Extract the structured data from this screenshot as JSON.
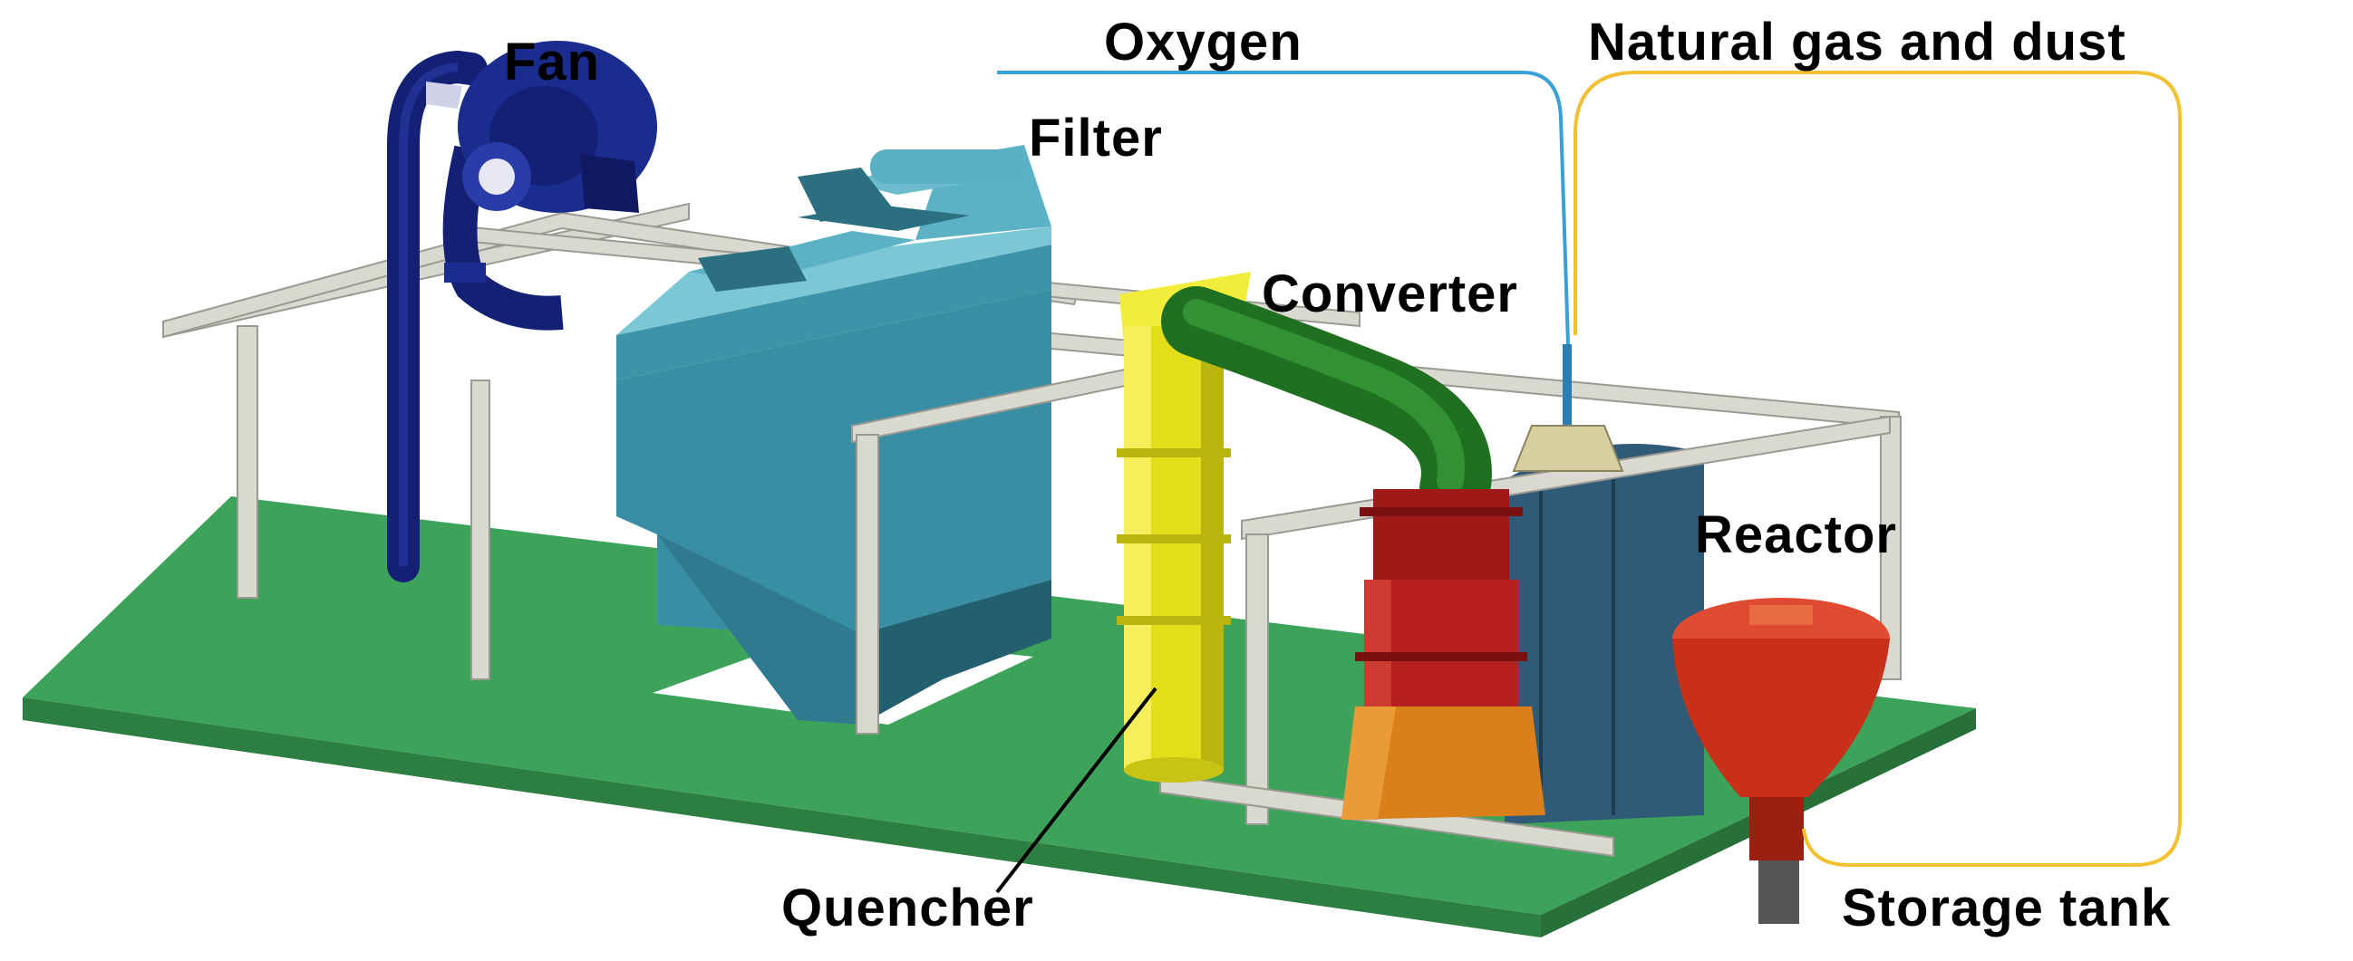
{
  "labels": {
    "fan": "Fan",
    "oxygen": "Oxygen",
    "natural_gas_dust": "Natural gas and dust",
    "filter": "Filter",
    "converter": "Converter",
    "reactor": "Reactor",
    "quencher": "Quencher",
    "storage_tank": "Storage tank"
  },
  "colors": {
    "platform": "#3ea35a",
    "fan": "#1b2c8f",
    "filter": "#4aa7bb",
    "quencher": "#e3dd1a",
    "converter": "#2a8a2a",
    "reactor_upper": "#a01818",
    "reactor_lower": "#d9801a",
    "reactor_vessel": "#2f5a78",
    "storage_tank": "#c9301a",
    "frame": "#d9d9d2",
    "oxygen_line": "#3aa0d8",
    "gas_line": "#f2c030"
  }
}
